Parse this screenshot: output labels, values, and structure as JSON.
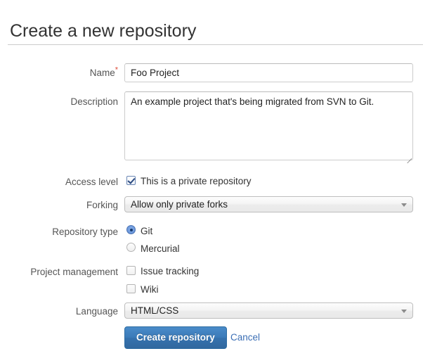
{
  "header": {
    "title": "Create a new repository"
  },
  "form": {
    "name": {
      "label": "Name",
      "required_marker": "*",
      "value": "Foo Project",
      "placeholder": ""
    },
    "description": {
      "label": "Description",
      "value": "An example project that's being migrated from SVN to Git.",
      "placeholder": ""
    },
    "access_level": {
      "label": "Access level",
      "checkbox_label": "This is a private repository",
      "checked": true
    },
    "forking": {
      "label": "Forking",
      "selected": "Allow only private forks",
      "options": [
        "Allow only private forks"
      ]
    },
    "repository_type": {
      "label": "Repository type",
      "options": [
        {
          "label": "Git",
          "selected": true
        },
        {
          "label": "Mercurial",
          "selected": false
        }
      ]
    },
    "project_management": {
      "label": "Project management",
      "options": [
        {
          "label": "Issue tracking",
          "checked": false
        },
        {
          "label": "Wiki",
          "checked": false
        }
      ]
    },
    "language": {
      "label": "Language",
      "selected": "HTML/CSS",
      "options": [
        "HTML/CSS"
      ]
    }
  },
  "actions": {
    "submit_label": "Create repository",
    "cancel_label": "Cancel"
  },
  "colors": {
    "accent": "#3572ae",
    "link": "#3c6fb5",
    "required": "#dd4b39",
    "border": "#cccccc",
    "label_text": "#555555"
  }
}
